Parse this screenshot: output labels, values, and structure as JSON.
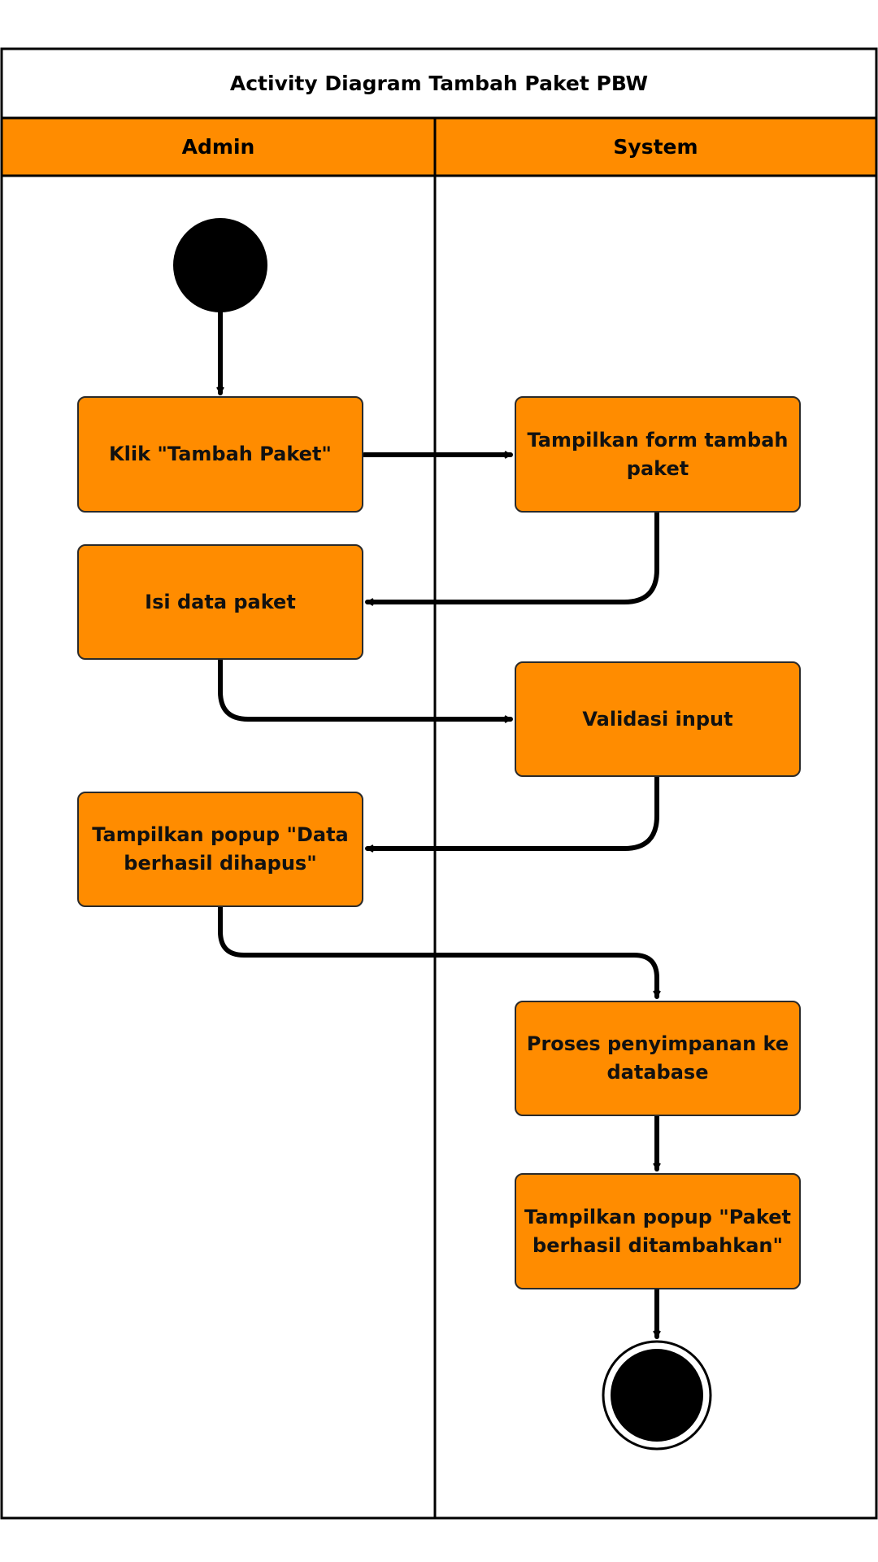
{
  "diagram": {
    "title": "Activity Diagram Tambah Paket PBW",
    "lanes": {
      "admin": "Admin",
      "system": "System"
    },
    "activities": {
      "klik_tambah": "Klik \"Tambah Paket\"",
      "tampilkan_form": "Tampilkan form tambah paket",
      "isi_data": "Isi data paket",
      "validasi": "Validasi input",
      "popup_hapus": "Tampilkan popup \"Data berhasil dihapus\"",
      "proses_simpan": "Proses penyimpanan ke database",
      "popup_tambah": "Tampilkan popup \"Paket berhasil ditambahkan\""
    }
  },
  "colors": {
    "accent": "#FF8C00",
    "line": "#000000",
    "background": "#FFFFFF"
  }
}
